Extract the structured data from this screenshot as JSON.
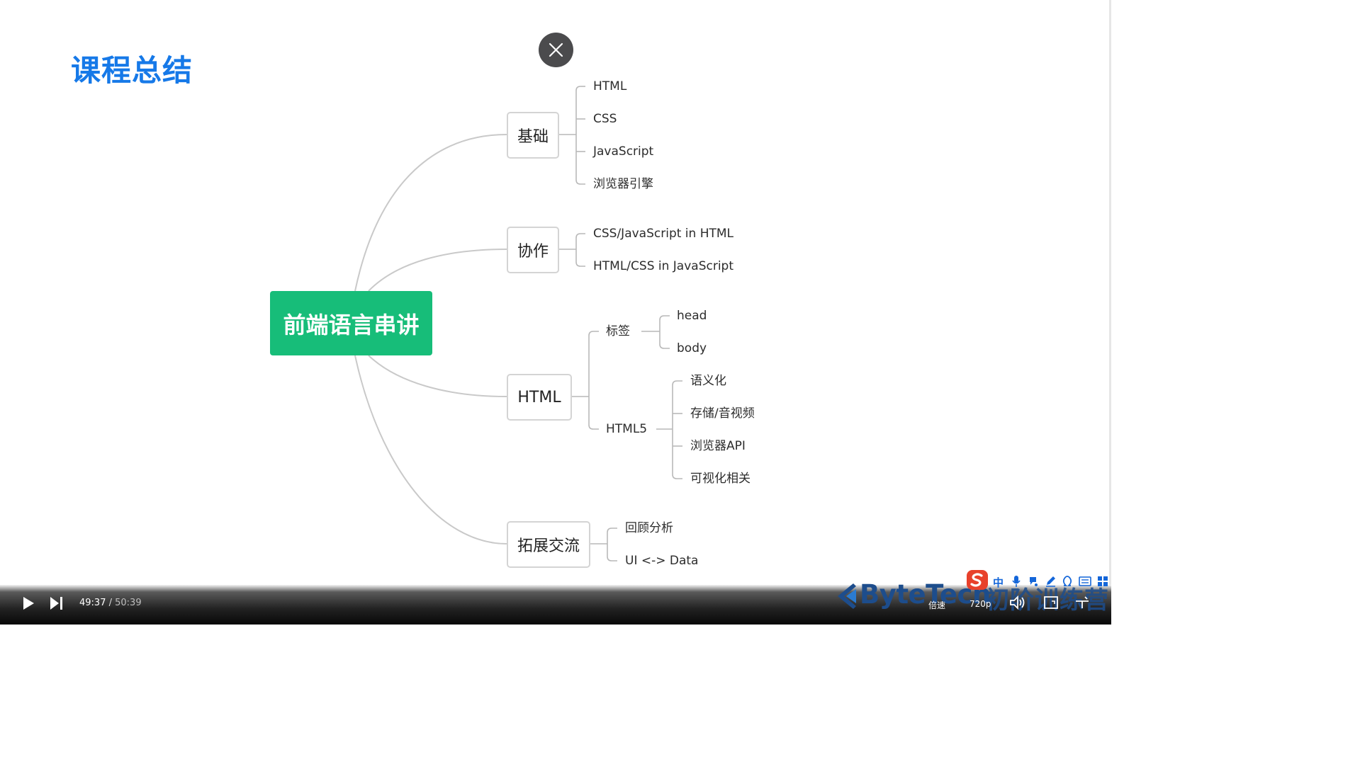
{
  "slide": {
    "title": "课程总结"
  },
  "mindmap": {
    "root": "前端语言串讲",
    "branches": [
      {
        "label": "基础",
        "items": [
          "HTML",
          "CSS",
          "JavaScript",
          "浏览器引擎"
        ]
      },
      {
        "label": "协作",
        "items": [
          "CSS/JavaScript in HTML",
          "HTML/CSS in JavaScript"
        ]
      },
      {
        "label": "HTML",
        "children": [
          {
            "label": "标签",
            "items": [
              "head",
              "body"
            ]
          },
          {
            "label": "HTML5",
            "items": [
              "语义化",
              "存储/音视频",
              "浏览器API",
              "可视化相关"
            ]
          }
        ]
      },
      {
        "label": "拓展交流",
        "items": [
          "回顾分析",
          "UI <-> Data"
        ]
      }
    ]
  },
  "player": {
    "current_time": "49:37",
    "separator": " / ",
    "total_time": "50:39",
    "speed_label": "倍速",
    "quality_label": "720p",
    "watermark": {
      "brand": "ByteTech",
      "subtitle": "初阶训练营"
    }
  },
  "ime_toolbar": {
    "mode_label": "中"
  },
  "colors": {
    "title_blue": "#1679e8",
    "root_green": "#17bd79",
    "close_button": "#4b4b4d",
    "ime_blue": "#1466d9",
    "ime_red": "#e8412b"
  },
  "icons": [
    "close-icon",
    "play-icon",
    "next-icon",
    "volume-icon",
    "fullscreen-icon",
    "danmaku-icon"
  ]
}
